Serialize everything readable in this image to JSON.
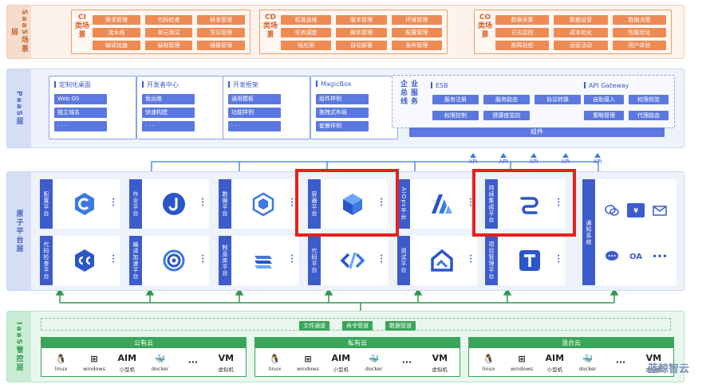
{
  "saas": {
    "label": "SaaS场景层",
    "columns": [
      {
        "title": "CI类场景",
        "tags": [
          "需求管理",
          "代码检查",
          "研发管理",
          "流水线",
          "单元测试",
          "凭证管理",
          "编译加速",
          "缺陷管理",
          "镜像管理"
        ]
      },
      {
        "title": "CD类场景",
        "tags": [
          "标准运维",
          "版本管理",
          "环境管理",
          "任务调度",
          "脚本管理",
          "配置管理",
          "轻应用",
          "自动部署",
          "发布管理"
        ]
      },
      {
        "title": "CO类场景",
        "tags": [
          "数据采集",
          "数据运营",
          "数据决策",
          "日志监控",
          "成本优化",
          "性能优化",
          "故障自愈",
          "运营活动",
          "用户体验"
        ]
      }
    ]
  },
  "paas": {
    "label": "PaaS层",
    "boxes": [
      {
        "title": "定制化桌面",
        "items": [
          "Web OS",
          "独立域名",
          "· · ·"
        ]
      },
      {
        "title": "开发者中心",
        "items": [
          "免运维",
          "快速构建",
          "· · ·"
        ]
      },
      {
        "title": "开发框架",
        "items": [
          "通用模板",
          "功能样例",
          "· · ·"
        ]
      },
      {
        "title": "MagicBox",
        "items": [
          "组件样例",
          "拖拽式布局",
          "套餐样例"
        ]
      }
    ],
    "esb": {
      "vtitle": [
        "企",
        "业",
        "总",
        "服",
        "线",
        "务"
      ],
      "esb_title": "ESB",
      "esb_tags": [
        "服务注册",
        "服务路由",
        "协议转换",
        "权限控制",
        "健康度监控"
      ],
      "gateway_title": "API Gateway",
      "gateway_tags": [
        "自助接入",
        "权限校验",
        "策略管理",
        "代理路由"
      ],
      "component": "组件"
    },
    "api_label": "API"
  },
  "atomic": {
    "label": "原子平台层",
    "row1": [
      {
        "label": "配置平台",
        "icon": "c-logo-icon"
      },
      {
        "label": "作业平台",
        "icon": "j-logo-icon"
      },
      {
        "label": "数据平台",
        "icon": "cube-icon"
      },
      {
        "label": "容器平台",
        "icon": "container-icon"
      },
      {
        "label": "AIOps平台",
        "icon": "aiops-icon"
      },
      {
        "label": "持续集成平台",
        "icon": "pipeline-icon"
      }
    ],
    "row2": [
      {
        "label": "代码检查平台",
        "icon": "cc-logo-icon"
      },
      {
        "label": "编译加速平台",
        "icon": "spiral-icon"
      },
      {
        "label": "制品库平台",
        "icon": "stack-icon"
      },
      {
        "label": "代码平台",
        "icon": "code-icon"
      },
      {
        "label": "测试平台",
        "icon": "house-icon"
      },
      {
        "label": "项目管理平台",
        "icon": "t-logo-icon"
      }
    ],
    "notify": {
      "label": "通知系统",
      "icons": [
        "wechat-icon",
        "wallet-icon",
        "mail-icon",
        "chat-icon",
        "oa-icon",
        "more-icon"
      ],
      "wallet_text": "¥",
      "oa_text": "OA",
      "more_text": "•••"
    }
  },
  "iaas": {
    "label": "IaaS管控层",
    "channels": [
      "文件通道",
      "命令管道",
      "数据管道"
    ],
    "clouds": [
      {
        "title": "公有云",
        "items": [
          {
            "glyph": "🐧",
            "label": "linux"
          },
          {
            "glyph": "⊞",
            "label": "windows"
          },
          {
            "glyph": "AIM",
            "label": "小型机"
          },
          {
            "glyph": "🐳",
            "label": "docker"
          },
          {
            "glyph": "···",
            "label": ""
          },
          {
            "glyph": "VM",
            "label": "虚拟机"
          }
        ]
      },
      {
        "title": "私有云",
        "items": [
          {
            "glyph": "🐧",
            "label": "linux"
          },
          {
            "glyph": "⊞",
            "label": "windows"
          },
          {
            "glyph": "AIM",
            "label": "小型机"
          },
          {
            "glyph": "🐳",
            "label": "docker"
          },
          {
            "glyph": "···",
            "label": ""
          },
          {
            "glyph": "VM",
            "label": "虚拟机"
          }
        ]
      },
      {
        "title": "混合云",
        "items": [
          {
            "glyph": "🐧",
            "label": "linux"
          },
          {
            "glyph": "⊞",
            "label": "windows"
          },
          {
            "glyph": "AIM",
            "label": "小型机"
          },
          {
            "glyph": "🐳",
            "label": "docker"
          },
          {
            "glyph": "···",
            "label": ""
          },
          {
            "glyph": "VM",
            "label": "虚拟机"
          }
        ]
      }
    ]
  },
  "watermark": "蓝鲸智云",
  "colors": {
    "saas": "#ee8b54",
    "paas": "#5b78e0",
    "atomic": "#3d5ccc",
    "iaas": "#39a55a",
    "highlight": "#e8201a"
  }
}
